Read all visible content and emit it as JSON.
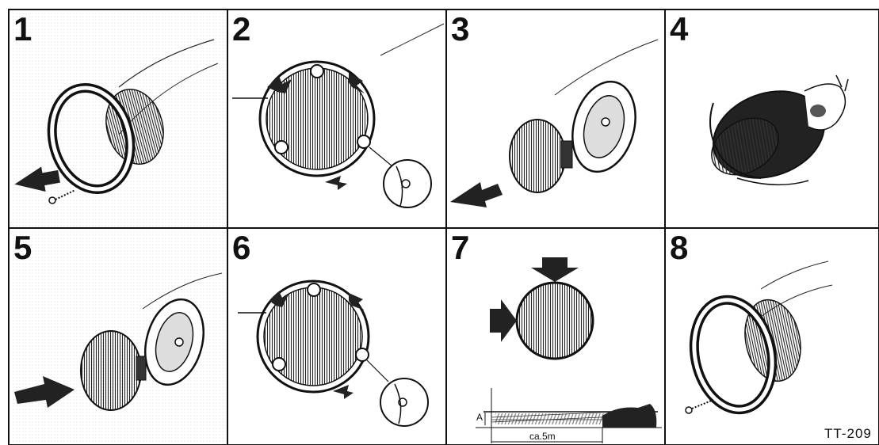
{
  "steps": [
    "1",
    "2",
    "3",
    "4",
    "5",
    "6",
    "7",
    "8"
  ],
  "figure_code": "TT-209",
  "annotations": {
    "a_label": "A",
    "distance_label": "ca.5m"
  },
  "icons": {
    "p1": [
      "headlight-trim-ring-icon",
      "arrow-left-icon",
      "screw-icon"
    ],
    "p2": [
      "sealed-beam-lens-icon",
      "screw-icon",
      "arrow-rotate-icon",
      "detail-magnifier-icon"
    ],
    "p3": [
      "sealed-beam-unit-icon",
      "headlight-bucket-icon",
      "arrow-left-icon"
    ],
    "p4": [
      "hands-holding-bulb-icon"
    ],
    "p5": [
      "sealed-beam-unit-icon",
      "headlight-bucket-icon",
      "arrow-right-icon"
    ],
    "p6": [
      "sealed-beam-lens-icon",
      "screw-icon",
      "arrow-rotate-icon",
      "detail-magnifier-icon"
    ],
    "p7": [
      "aiming-circle-icon",
      "arrow-down-icon",
      "arrow-right-icon",
      "car-beam-diagram-icon"
    ],
    "p8": [
      "headlight-trim-ring-icon",
      "screw-icon"
    ]
  }
}
